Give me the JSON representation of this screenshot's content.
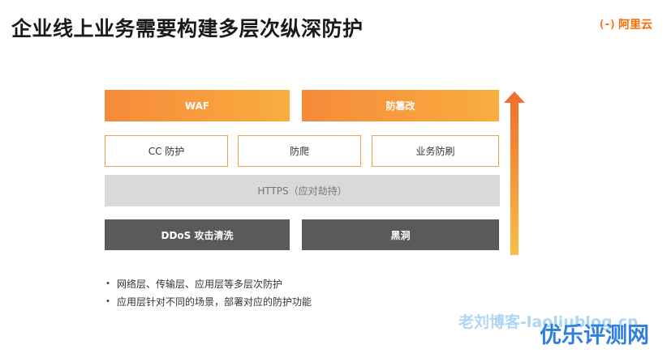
{
  "header": {
    "title": "企业线上业务需要构建多层次纵深防护",
    "logo_mark": "(-)",
    "logo_text": "阿里云"
  },
  "diagram": {
    "row1": [
      "WAF",
      "防篡改"
    ],
    "row2": [
      "CC 防护",
      "防爬",
      "业务防刷"
    ],
    "row3": "HTTPS（应对劫持）",
    "row4": [
      "DDoS 攻击清洗",
      "黑洞"
    ]
  },
  "bullets": [
    "网络层、传输层、应用层等多层次防护",
    "应用层针对不同的场景，部署对应的防护功能"
  ],
  "watermarks": {
    "blog": "老刘博客-laoliublog.cn",
    "site": "优乐评测网"
  },
  "colors": {
    "accent_orange": "#f58a3a",
    "outline_orange": "#f3a04a",
    "grey_bar": "#d9d9d9",
    "dark_bar": "#5a5a5a",
    "watermark_blue": "#2f7fe0"
  }
}
